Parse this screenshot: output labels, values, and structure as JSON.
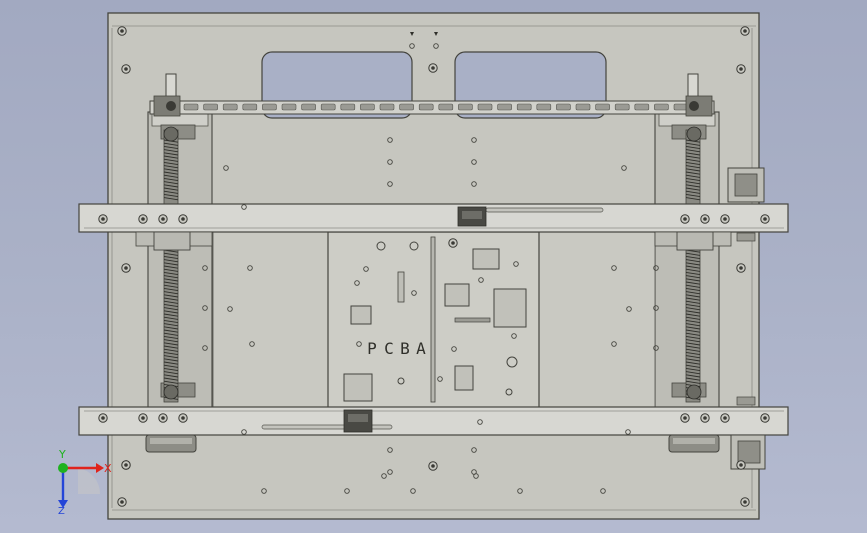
{
  "drawing": {
    "pcb_label_letters": [
      "P",
      "C",
      "B",
      "A"
    ],
    "colors": {
      "background": "#a8afc5",
      "plate": "#c6c6bf",
      "plate_edge": "#44443e",
      "rail": "#d7d7d2",
      "dark_part": "#454540",
      "screw": "#7d7d76",
      "window": "#a9b0c6"
    }
  },
  "triad": {
    "x_label": "X",
    "y_label": "Y",
    "z_label": "Z",
    "x_color": "#e0231c",
    "y_color": "#1fb21f",
    "z_color": "#2445d8"
  }
}
